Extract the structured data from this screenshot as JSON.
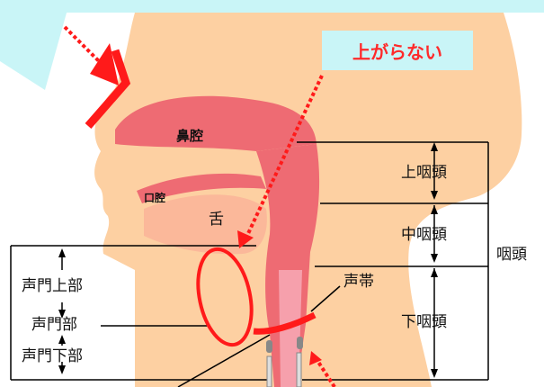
{
  "labels": {
    "nasal_cavity": "鼻腔",
    "oral_cavity": "口腔",
    "tongue": "舌",
    "epipharynx": "上咽頭",
    "mesopharynx": "中咽頭",
    "hypopharynx": "下咽頭",
    "pharynx": "咽頭",
    "supraglottis": "声門上部",
    "glottis": "声門部",
    "subglottis": "声門下部",
    "vocal_cords": "声帯"
  },
  "callout": {
    "text": "上がらない"
  },
  "colors": {
    "skin": "#fdd0a2",
    "cavity": "#ee6b73",
    "background_cyan": "#c9f5f7",
    "highlight_red": "#ff1a1a"
  }
}
